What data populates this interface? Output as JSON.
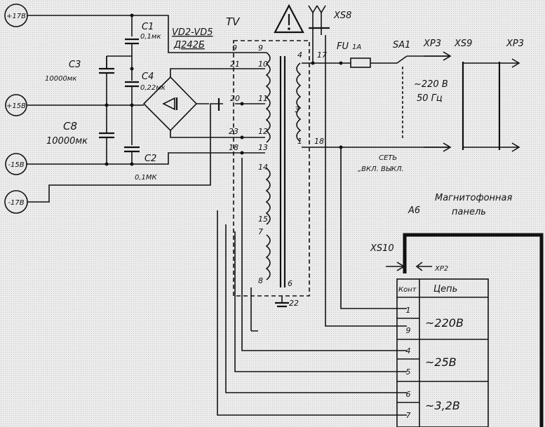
{
  "terminals": {
    "p17": "+17В",
    "p15": "+15В",
    "m15": "-15В",
    "m17": "-17В"
  },
  "components": {
    "c1": "C1",
    "c1_value": "0,1мк",
    "c2": "C2",
    "c2_value": "0,1МК",
    "c3": "C3",
    "c3_value": "10000мк",
    "c4": "C4",
    "c4_value": "0,22мк",
    "c8": "C8",
    "c8_value": "10000мк",
    "bridge": "VD2-VD5",
    "bridge_type": "Д242Б",
    "transformer": "TV",
    "fuse": "FU",
    "fuse_value": "1А",
    "switch": "SA1",
    "xp3_left": "XP3",
    "xs9": "XS9",
    "xp3_right": "XP3",
    "xs8": "XS8",
    "mains_voltage": "~220 В",
    "mains_freq": "50 Гц",
    "mains_switch_label": "СЕТЬ",
    "mains_switch_state": "„ВКЛ. ВЫКЛ."
  },
  "transformer_pins": {
    "p9": "9",
    "p10": "10",
    "p11": "11",
    "p12": "12",
    "p13": "13",
    "p14": "14",
    "p15": "15",
    "p7": "7",
    "p8": "8",
    "p6": "6",
    "p_left9": "9",
    "p_left21": "21",
    "p_left20": "20",
    "p_left23": "23",
    "p_left18": "18",
    "p_prim4": "4",
    "p_prim3": "3",
    "p_prim1": "1",
    "p_mid17": "17",
    "p_mid18": "18",
    "p_bottom22": "22"
  },
  "panel": {
    "title_line1": "Магнитофонная",
    "title_line2": "панель",
    "ref": "A6",
    "socket": "XS10",
    "plug": "XP2",
    "header_contact": "Конт",
    "header_circuit": "Цепь",
    "rows": [
      {
        "contact": "1",
        "circuit": "~220В"
      },
      {
        "contact": "9",
        "circuit": ""
      },
      {
        "contact": "4",
        "circuit": "~25В"
      },
      {
        "contact": "5",
        "circuit": ""
      },
      {
        "contact": "6",
        "circuit": "~3,2В"
      },
      {
        "contact": "7",
        "circuit": ""
      }
    ]
  }
}
